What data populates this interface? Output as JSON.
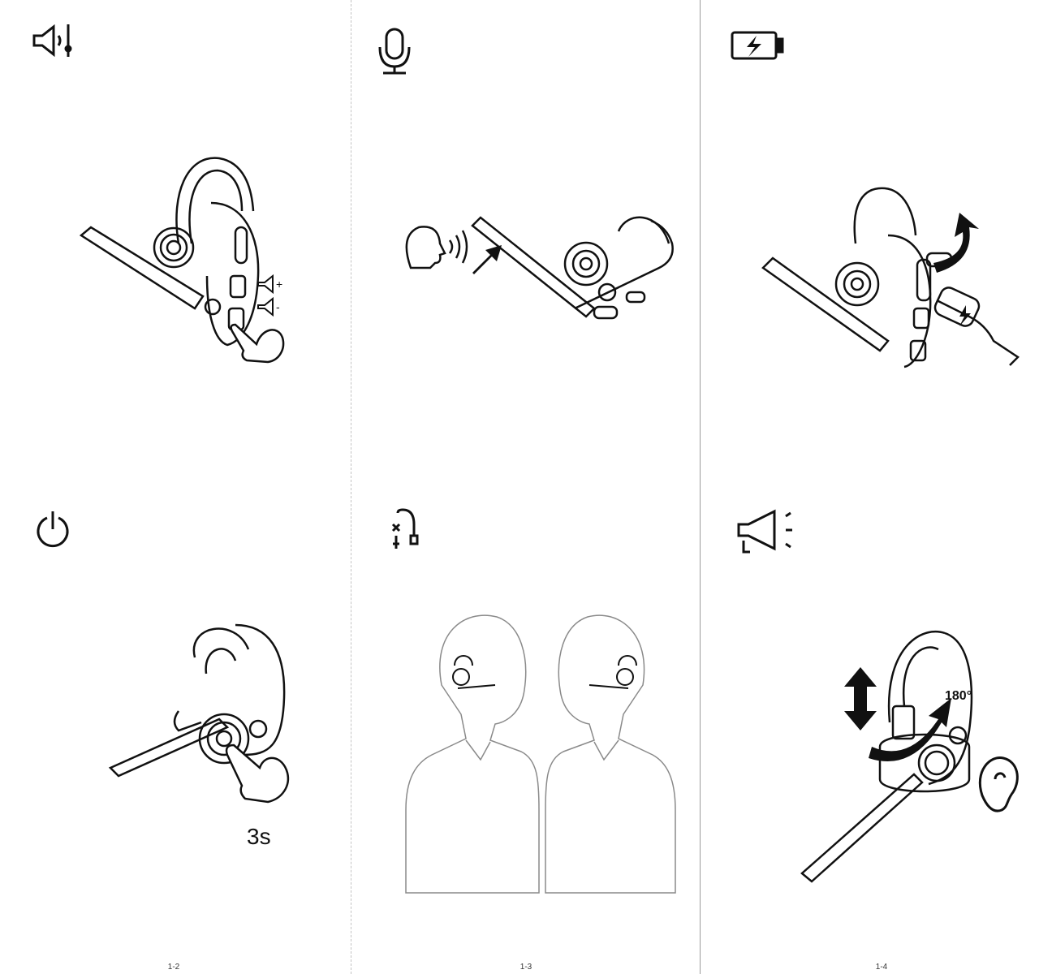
{
  "panels": {
    "volume": {
      "icon": "volume-adjust-icon",
      "labels": {
        "plus": "+",
        "minus": "-"
      }
    },
    "mute": {
      "icon": "microphone-icon"
    },
    "charge": {
      "icon": "battery-charging-icon"
    },
    "power": {
      "icon": "power-icon",
      "hold_label": "3s"
    },
    "wear": {
      "icon": "boom-swap-icon"
    },
    "rotate": {
      "icon": "speaker-rotate-icon",
      "angle_label": "180°"
    }
  },
  "page_numbers": [
    "1-2",
    "1-3",
    "1-4"
  ],
  "colors": {
    "ink": "#111111",
    "light_ink": "#8a8a8a",
    "divider": "#c4c4c4"
  }
}
